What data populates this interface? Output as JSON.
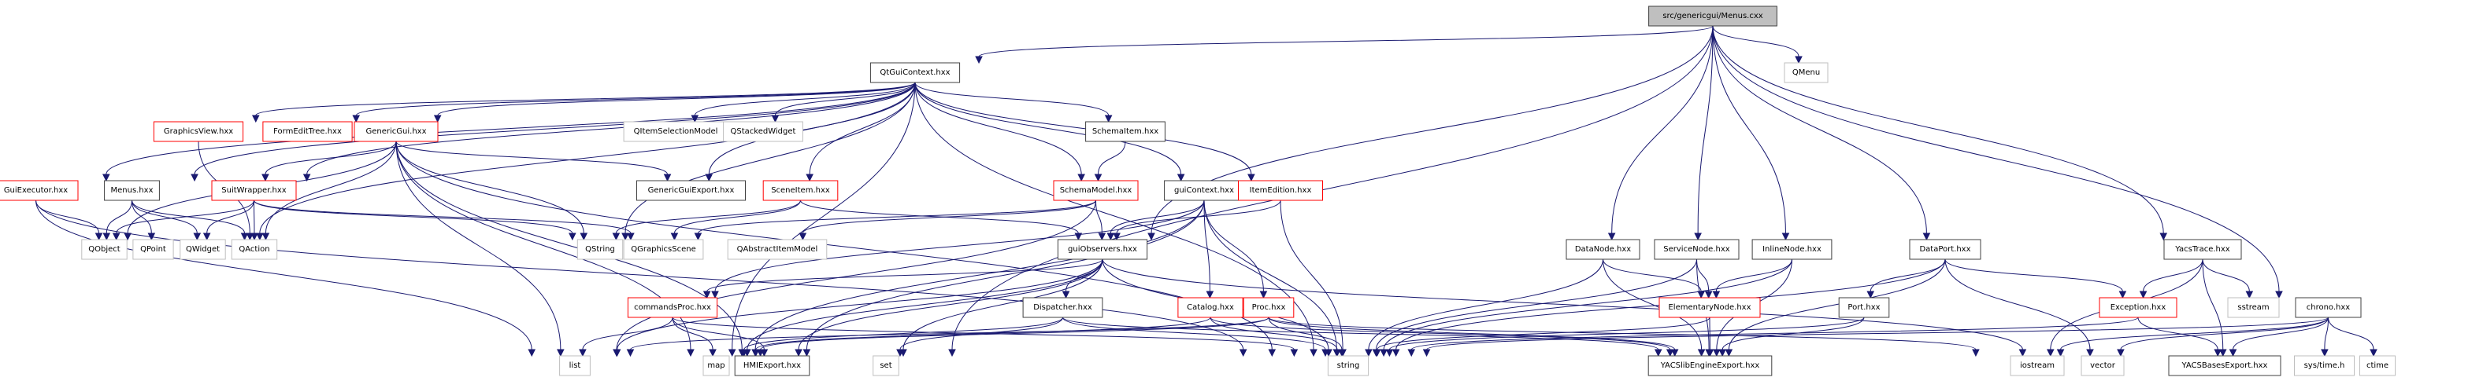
{
  "title": "src/genericgui/Menus.cxx",
  "colors": {
    "edge": "#191970",
    "root_fill": "#bfbfbf",
    "documented_border": "#404040",
    "truncated_border": "#ff0000",
    "external_border": "#bfbfbf"
  },
  "nodes": [
    {
      "id": "root",
      "label": "src/genericgui/Menus.cxx",
      "kind": "root"
    },
    {
      "id": "QtGuiContext",
      "label": "QtGuiContext.hxx",
      "kind": "doc"
    },
    {
      "id": "QMenu",
      "label": "QMenu",
      "kind": "ext"
    },
    {
      "id": "GraphicsView",
      "label": "GraphicsView.hxx",
      "kind": "trunc"
    },
    {
      "id": "FormEditTree",
      "label": "FormEditTree.hxx",
      "kind": "trunc"
    },
    {
      "id": "GenericGui",
      "label": "GenericGui.hxx",
      "kind": "trunc"
    },
    {
      "id": "QItemSelectionModel",
      "label": "QItemSelectionModel",
      "kind": "ext"
    },
    {
      "id": "QStackedWidget",
      "label": "QStackedWidget",
      "kind": "ext"
    },
    {
      "id": "SchemaItem",
      "label": "SchemaItem.hxx",
      "kind": "doc"
    },
    {
      "id": "GuiExecutor",
      "label": "GuiExecutor.hxx",
      "kind": "trunc"
    },
    {
      "id": "MenusH",
      "label": "Menus.hxx",
      "kind": "doc"
    },
    {
      "id": "SuitWrapper",
      "label": "SuitWrapper.hxx",
      "kind": "trunc"
    },
    {
      "id": "GenericGuiExport",
      "label": "GenericGuiExport.hxx",
      "kind": "doc"
    },
    {
      "id": "SceneItem",
      "label": "SceneItem.hxx",
      "kind": "trunc"
    },
    {
      "id": "SchemaModel",
      "label": "SchemaModel.hxx",
      "kind": "trunc"
    },
    {
      "id": "guiContext",
      "label": "guiContext.hxx",
      "kind": "doc"
    },
    {
      "id": "ItemEdition",
      "label": "ItemEdition.hxx",
      "kind": "trunc"
    },
    {
      "id": "QObject",
      "label": "QObject",
      "kind": "ext"
    },
    {
      "id": "QPoint",
      "label": "QPoint",
      "kind": "ext"
    },
    {
      "id": "QWidget",
      "label": "QWidget",
      "kind": "ext"
    },
    {
      "id": "QAction",
      "label": "QAction",
      "kind": "ext"
    },
    {
      "id": "QString",
      "label": "QString",
      "kind": "ext"
    },
    {
      "id": "QGraphicsScene",
      "label": "QGraphicsScene",
      "kind": "ext"
    },
    {
      "id": "QAbstractItemModel",
      "label": "QAbstractItemModel",
      "kind": "ext"
    },
    {
      "id": "guiObservers",
      "label": "guiObservers.hxx",
      "kind": "doc"
    },
    {
      "id": "DataNode",
      "label": "DataNode.hxx",
      "kind": "doc"
    },
    {
      "id": "ServiceNode",
      "label": "ServiceNode.hxx",
      "kind": "doc"
    },
    {
      "id": "InlineNode",
      "label": "InlineNode.hxx",
      "kind": "doc"
    },
    {
      "id": "DataPort",
      "label": "DataPort.hxx",
      "kind": "doc"
    },
    {
      "id": "YacsTrace",
      "label": "YacsTrace.hxx",
      "kind": "doc"
    },
    {
      "id": "commandsProc",
      "label": "commandsProc.hxx",
      "kind": "trunc"
    },
    {
      "id": "Dispatcher",
      "label": "Dispatcher.hxx",
      "kind": "doc"
    },
    {
      "id": "Catalog",
      "label": "Catalog.hxx",
      "kind": "trunc"
    },
    {
      "id": "Proc",
      "label": "Proc.hxx",
      "kind": "trunc"
    },
    {
      "id": "ElementaryNode",
      "label": "ElementaryNode.hxx",
      "kind": "trunc"
    },
    {
      "id": "Port",
      "label": "Port.hxx",
      "kind": "doc"
    },
    {
      "id": "Exception",
      "label": "Exception.hxx",
      "kind": "trunc"
    },
    {
      "id": "sstream",
      "label": "sstream",
      "kind": "ext"
    },
    {
      "id": "chrono",
      "label": "chrono.hxx",
      "kind": "doc"
    },
    {
      "id": "list",
      "label": "list",
      "kind": "ext"
    },
    {
      "id": "map",
      "label": "map",
      "kind": "ext"
    },
    {
      "id": "HMIExport",
      "label": "HMIExport.hxx",
      "kind": "doc"
    },
    {
      "id": "set",
      "label": "set",
      "kind": "ext"
    },
    {
      "id": "string",
      "label": "string",
      "kind": "ext"
    },
    {
      "id": "YACSlibEngineExport",
      "label": "YACSlibEngineExport.hxx",
      "kind": "doc"
    },
    {
      "id": "iostream",
      "label": "iostream",
      "kind": "ext"
    },
    {
      "id": "vector",
      "label": "vector",
      "kind": "ext"
    },
    {
      "id": "YACSBasesExport",
      "label": "YACSBasesExport.hxx",
      "kind": "doc"
    },
    {
      "id": "systime",
      "label": "sys/time.h",
      "kind": "ext"
    },
    {
      "id": "ctime",
      "label": "ctime",
      "kind": "ext"
    }
  ],
  "edges": [
    [
      "root",
      "QtGuiContext"
    ],
    [
      "root",
      "QMenu"
    ],
    [
      "root",
      "guiObservers"
    ],
    [
      "root",
      "DataNode"
    ],
    [
      "root",
      "ServiceNode"
    ],
    [
      "root",
      "InlineNode"
    ],
    [
      "root",
      "DataPort"
    ],
    [
      "root",
      "YacsTrace"
    ],
    [
      "root",
      "chrono"
    ],
    [
      "root",
      "set"
    ],
    [
      "QtGuiContext",
      "GraphicsView"
    ],
    [
      "QtGuiContext",
      "FormEditTree"
    ],
    [
      "QtGuiContext",
      "GenericGui"
    ],
    [
      "QtGuiContext",
      "QItemSelectionModel"
    ],
    [
      "QtGuiContext",
      "QStackedWidget"
    ],
    [
      "QtGuiContext",
      "SchemaItem"
    ],
    [
      "QtGuiContext",
      "GuiExecutor"
    ],
    [
      "QtGuiContext",
      "MenusH"
    ],
    [
      "QtGuiContext",
      "SuitWrapper"
    ],
    [
      "QtGuiContext",
      "GenericGuiExport"
    ],
    [
      "QtGuiContext",
      "SceneItem"
    ],
    [
      "QtGuiContext",
      "SchemaModel"
    ],
    [
      "QtGuiContext",
      "guiContext"
    ],
    [
      "QtGuiContext",
      "ItemEdition"
    ],
    [
      "QtGuiContext",
      "QWidget"
    ],
    [
      "QtGuiContext",
      "QString"
    ],
    [
      "QtGuiContext",
      "map"
    ],
    [
      "QtGuiContext",
      "string"
    ],
    [
      "GraphicsView",
      "QAction"
    ],
    [
      "GenericGui",
      "SuitWrapper"
    ],
    [
      "GenericGui",
      "GenericGuiExport"
    ],
    [
      "GenericGui",
      "QObject"
    ],
    [
      "GenericGui",
      "QAction"
    ],
    [
      "GenericGui",
      "QString"
    ],
    [
      "GenericGui",
      "list"
    ],
    [
      "GenericGui",
      "map"
    ],
    [
      "GenericGui",
      "string"
    ],
    [
      "GenericGui",
      "HMIExport"
    ],
    [
      "SchemaItem",
      "SchemaModel"
    ],
    [
      "GuiExecutor",
      "QObject"
    ],
    [
      "GuiExecutor",
      "list"
    ],
    [
      "GuiExecutor",
      "string"
    ],
    [
      "MenusH",
      "QObject"
    ],
    [
      "MenusH",
      "QPoint"
    ],
    [
      "MenusH",
      "QWidget"
    ],
    [
      "MenusH",
      "QAction"
    ],
    [
      "SuitWrapper",
      "QObject"
    ],
    [
      "SuitWrapper",
      "QWidget"
    ],
    [
      "SuitWrapper",
      "QAction"
    ],
    [
      "SuitWrapper",
      "QString"
    ],
    [
      "SuitWrapper",
      "QGraphicsScene"
    ],
    [
      "SceneItem",
      "QString"
    ],
    [
      "SceneItem",
      "QGraphicsScene"
    ],
    [
      "SceneItem",
      "guiObservers"
    ],
    [
      "SchemaModel",
      "QGraphicsScene"
    ],
    [
      "SchemaModel",
      "QAbstractItemModel"
    ],
    [
      "SchemaModel",
      "guiObservers"
    ],
    [
      "SchemaModel",
      "list"
    ],
    [
      "guiContext",
      "guiObservers"
    ],
    [
      "guiContext",
      "Catalog"
    ],
    [
      "guiContext",
      "Proc"
    ],
    [
      "guiContext",
      "string"
    ],
    [
      "guiContext",
      "commandsProc"
    ],
    [
      "guiContext",
      "map"
    ],
    [
      "guiContext",
      "HMIExport"
    ],
    [
      "ItemEdition",
      "guiObservers"
    ],
    [
      "ItemEdition",
      "string"
    ],
    [
      "guiObservers",
      "Dispatcher"
    ],
    [
      "guiObservers",
      "commandsProc"
    ],
    [
      "guiObservers",
      "list"
    ],
    [
      "guiObservers",
      "map"
    ],
    [
      "guiObservers",
      "set"
    ],
    [
      "guiObservers",
      "string"
    ],
    [
      "guiObservers",
      "HMIExport"
    ],
    [
      "guiObservers",
      "vector"
    ],
    [
      "commandsProc",
      "list"
    ],
    [
      "commandsProc",
      "map"
    ],
    [
      "commandsProc",
      "HMIExport"
    ],
    [
      "commandsProc",
      "string"
    ],
    [
      "Dispatcher",
      "set"
    ],
    [
      "Dispatcher",
      "map"
    ],
    [
      "Dispatcher",
      "string"
    ],
    [
      "Dispatcher",
      "YACSlibEngineExport"
    ],
    [
      "Catalog",
      "map"
    ],
    [
      "Catalog",
      "string"
    ],
    [
      "Catalog",
      "YACSlibEngineExport"
    ],
    [
      "Proc",
      "map"
    ],
    [
      "Proc",
      "list"
    ],
    [
      "Proc",
      "string"
    ],
    [
      "Proc",
      "iostream"
    ],
    [
      "Proc",
      "YACSlibEngineExport"
    ],
    [
      "DataNode",
      "ElementaryNode"
    ],
    [
      "DataNode",
      "string"
    ],
    [
      "DataNode",
      "YACSlibEngineExport"
    ],
    [
      "ServiceNode",
      "ElementaryNode"
    ],
    [
      "ServiceNode",
      "string"
    ],
    [
      "ServiceNode",
      "YACSlibEngineExport"
    ],
    [
      "InlineNode",
      "ElementaryNode"
    ],
    [
      "InlineNode",
      "string"
    ],
    [
      "InlineNode",
      "YACSlibEngineExport"
    ],
    [
      "ElementaryNode",
      "YACSlibEngineExport"
    ],
    [
      "ElementaryNode",
      "string"
    ],
    [
      "DataPort",
      "Port"
    ],
    [
      "DataPort",
      "Exception"
    ],
    [
      "DataPort",
      "vector"
    ],
    [
      "DataPort",
      "YACSlibEngineExport"
    ],
    [
      "DataPort",
      "string"
    ],
    [
      "Port",
      "YACSlibEngineExport"
    ],
    [
      "Port",
      "string"
    ],
    [
      "YacsTrace",
      "Exception"
    ],
    [
      "YacsTrace",
      "sstream"
    ],
    [
      "YacsTrace",
      "iostream"
    ],
    [
      "YacsTrace",
      "YACSBasesExport"
    ],
    [
      "Exception",
      "YACSBasesExport"
    ],
    [
      "Exception",
      "string"
    ],
    [
      "chrono",
      "YACSBasesExport"
    ],
    [
      "chrono",
      "systime"
    ],
    [
      "chrono",
      "ctime"
    ],
    [
      "chrono",
      "iostream"
    ],
    [
      "chrono",
      "vector"
    ],
    [
      "chrono",
      "string"
    ]
  ]
}
